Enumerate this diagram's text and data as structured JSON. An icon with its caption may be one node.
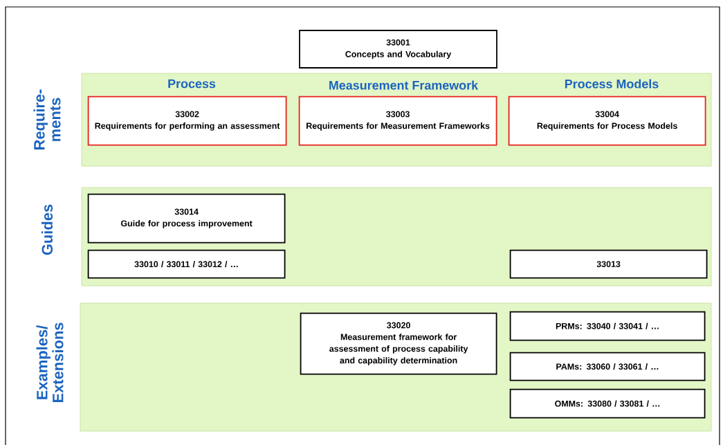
{
  "diagram": {
    "nodes": [
      {
        "text": [
          "33001",
          "Concepts and Vocabulary"
        ]
      },
      {
        "text": [
          "Require- ments"
        ]
      },
      {
        "text": [
          "33002",
          "Requirements for performing an assessment"
        ],
        "in": 1
      },
      {
        "text": [
          "33003",
          "Requirements for Measurement Frameworks"
        ],
        "in": 1
      },
      {
        "text": [
          "33004",
          "Requirements for Process Models"
        ],
        "in": 1
      },
      {
        "text": [
          "Guides"
        ]
      },
      {
        "text": [
          "33014",
          "Guide for process improvement"
        ],
        "in": 5
      },
      {
        "text": [
          "33010 / 33011 / 33012 / …"
        ],
        "in": 5
      },
      {
        "text": [
          "33013"
        ],
        "in": 5
      },
      {
        "text": [
          "Examples/ Extensions"
        ]
      },
      {
        "text": [
          "33020",
          "Measurement framework for assessment of process capability and capability determination"
        ],
        "in": 9
      },
      {
        "text": [
          "PRMs: 33040 / 33041 / …"
        ],
        "in": 9
      },
      {
        "text": [
          "PAMs: 33060 / 33061 / …"
        ],
        "in": 9
      },
      {
        "text": [
          "OMMs: 33080 / 33081 / …"
        ],
        "in": 9
      }
    ],
    "labels": [
      "Process",
      "Measurement Framework",
      "Process Models"
    ]
  }
}
